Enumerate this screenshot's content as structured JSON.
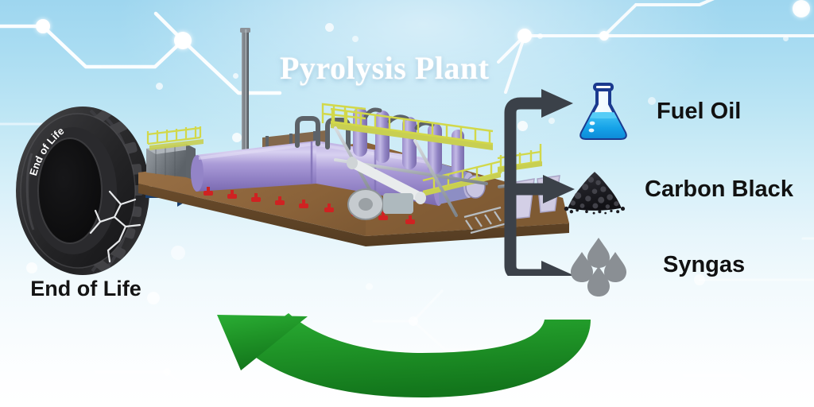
{
  "title": "Pyrolysis Plant",
  "input": {
    "label": "End of Life",
    "tire_sidewall_text": "End of Life",
    "arrow_name": "feedstock-input-arrow",
    "arrow_color": "#1a3f6e"
  },
  "outputs": [
    {
      "label": "Fuel Oil",
      "icon": "flask-icon",
      "icon_color": "#1a9de0"
    },
    {
      "label": "Carbon Black",
      "icon": "carbon-pile-icon",
      "icon_color": "#1d1d20"
    },
    {
      "label": "Syngas",
      "icon": "gas-droplets-icon",
      "icon_color": "#8a8f94"
    }
  ],
  "recycle": {
    "name": "recycling-loop-arrow",
    "color": "#1f9427"
  },
  "colors": {
    "sky_top": "#9ed6ef",
    "sky_bottom": "#ffffff",
    "title_text": "#ffffff",
    "label_text": "#111111",
    "reactor_purple": "#a99ad6",
    "platform_brown": "#8a6239",
    "railing_yellow": "#d2d84a",
    "valve_red": "#cf2222",
    "output_arrow": "#3b4149",
    "circuit_line": "#ffffff"
  },
  "plant": {
    "name": "pyrolysis-plant-illustration",
    "parts": [
      "smokestack",
      "reactor-vessel-1",
      "reactor-vessel-2",
      "condenser-towers",
      "catwalk-railings",
      "valve-handles",
      "support-frame",
      "base-platform"
    ]
  }
}
